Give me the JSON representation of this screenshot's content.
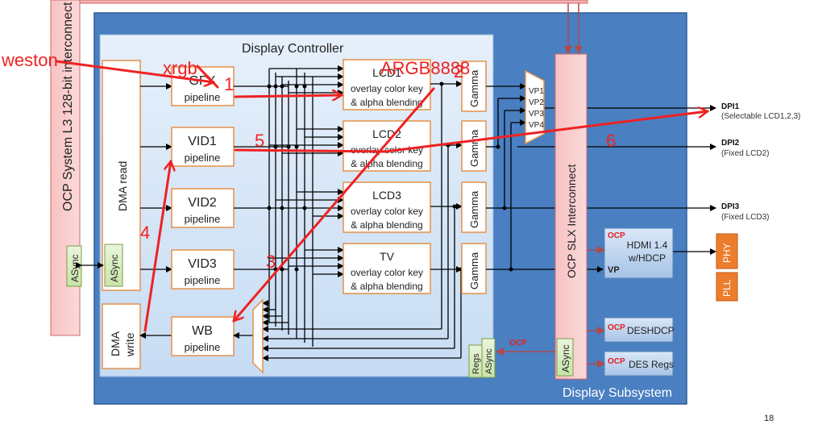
{
  "ocp_bus_label": "OCP System L3 128-bit interconnect",
  "async_left": "ASync",
  "dma_read": "DMA read",
  "dma_async": "ASync",
  "dma_write_1": "DMA",
  "dma_write_2": "write",
  "display_controller": "Display Controller",
  "display_subsystem": "Display Subsystem",
  "pipelines": [
    {
      "name": "GFX",
      "sub": "pipeline"
    },
    {
      "name": "VID1",
      "sub": "pipeline"
    },
    {
      "name": "VID2",
      "sub": "pipeline"
    },
    {
      "name": "VID3",
      "sub": "pipeline"
    },
    {
      "name": "WB",
      "sub": "pipeline"
    }
  ],
  "overlays": [
    {
      "name": "LCD1",
      "l1": "overlay color key",
      "l2": "& alpha blending"
    },
    {
      "name": "LCD2",
      "l1": "overlay color key",
      "l2": "& alpha blending"
    },
    {
      "name": "LCD3",
      "l1": "overlay color key",
      "l2": "& alpha blending"
    },
    {
      "name": "TV",
      "l1": "overlay color key",
      "l2": "& alpha blending"
    }
  ],
  "gamma": "Gamma",
  "vp_labels": [
    "VP1",
    "VP2",
    "VP3",
    "VP4"
  ],
  "interconnect": "OCP SLX Interconnect",
  "slx_async": "ASync",
  "regs": "Regs",
  "dc_async": "ASync",
  "ocp_tag": "OCP",
  "ocp_arrow": "OCP",
  "hdmi_1": "HDMI 1.4",
  "hdmi_2": "w/HDCP",
  "vp": "VP",
  "deshdcp": "DESHDCP",
  "des_regs": "DES Regs",
  "phy": "PHY",
  "pll": "PLL",
  "dpi": [
    {
      "name": "DPI1",
      "sub": "(Selectable LCD1,2,3)"
    },
    {
      "name": "DPI2",
      "sub": "(Fixed LCD2)"
    },
    {
      "name": "DPI3",
      "sub": "(Fixed LCD3)"
    }
  ],
  "annotations": {
    "weston": "weston",
    "xrgb": "xrgb",
    "argb": "ARGB8888",
    "n1": "1",
    "n2": "2",
    "n3": "3",
    "n4": "4",
    "n5": "5",
    "n6": "6"
  },
  "page_number": "18"
}
